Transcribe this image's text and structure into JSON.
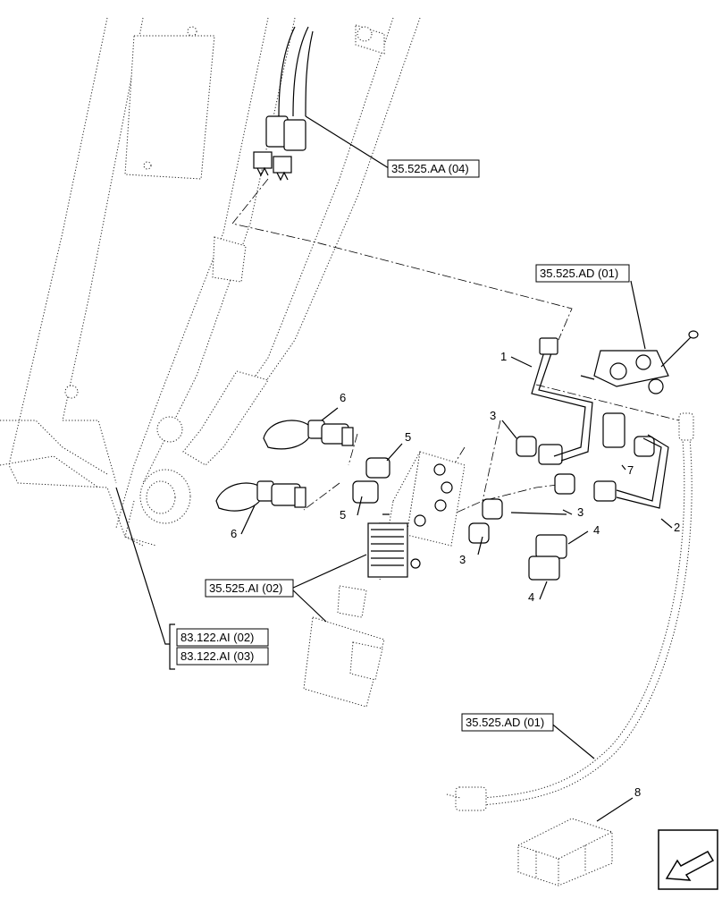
{
  "references": {
    "r_35525aa04": "35.525.AA (04)",
    "r_35525ad01_top": "35.525.AD (01)",
    "r_35525ai02": "35.525.AI (02)",
    "r_83122ai02": "83.122.AI (02)",
    "r_83122ai03": "83.122.AI (03)",
    "r_35525ad01_bottom": "35.525.AD (01)"
  },
  "callouts": {
    "c1": "1",
    "c2": "2",
    "c3a": "3",
    "c3b": "3",
    "c3c": "3",
    "c4a": "4",
    "c4b": "4",
    "c5a": "5",
    "c5b": "5",
    "c6a": "6",
    "c6b": "6",
    "c7": "7",
    "c8": "8"
  },
  "icons": {
    "nav": "arrow-left-down-icon"
  }
}
